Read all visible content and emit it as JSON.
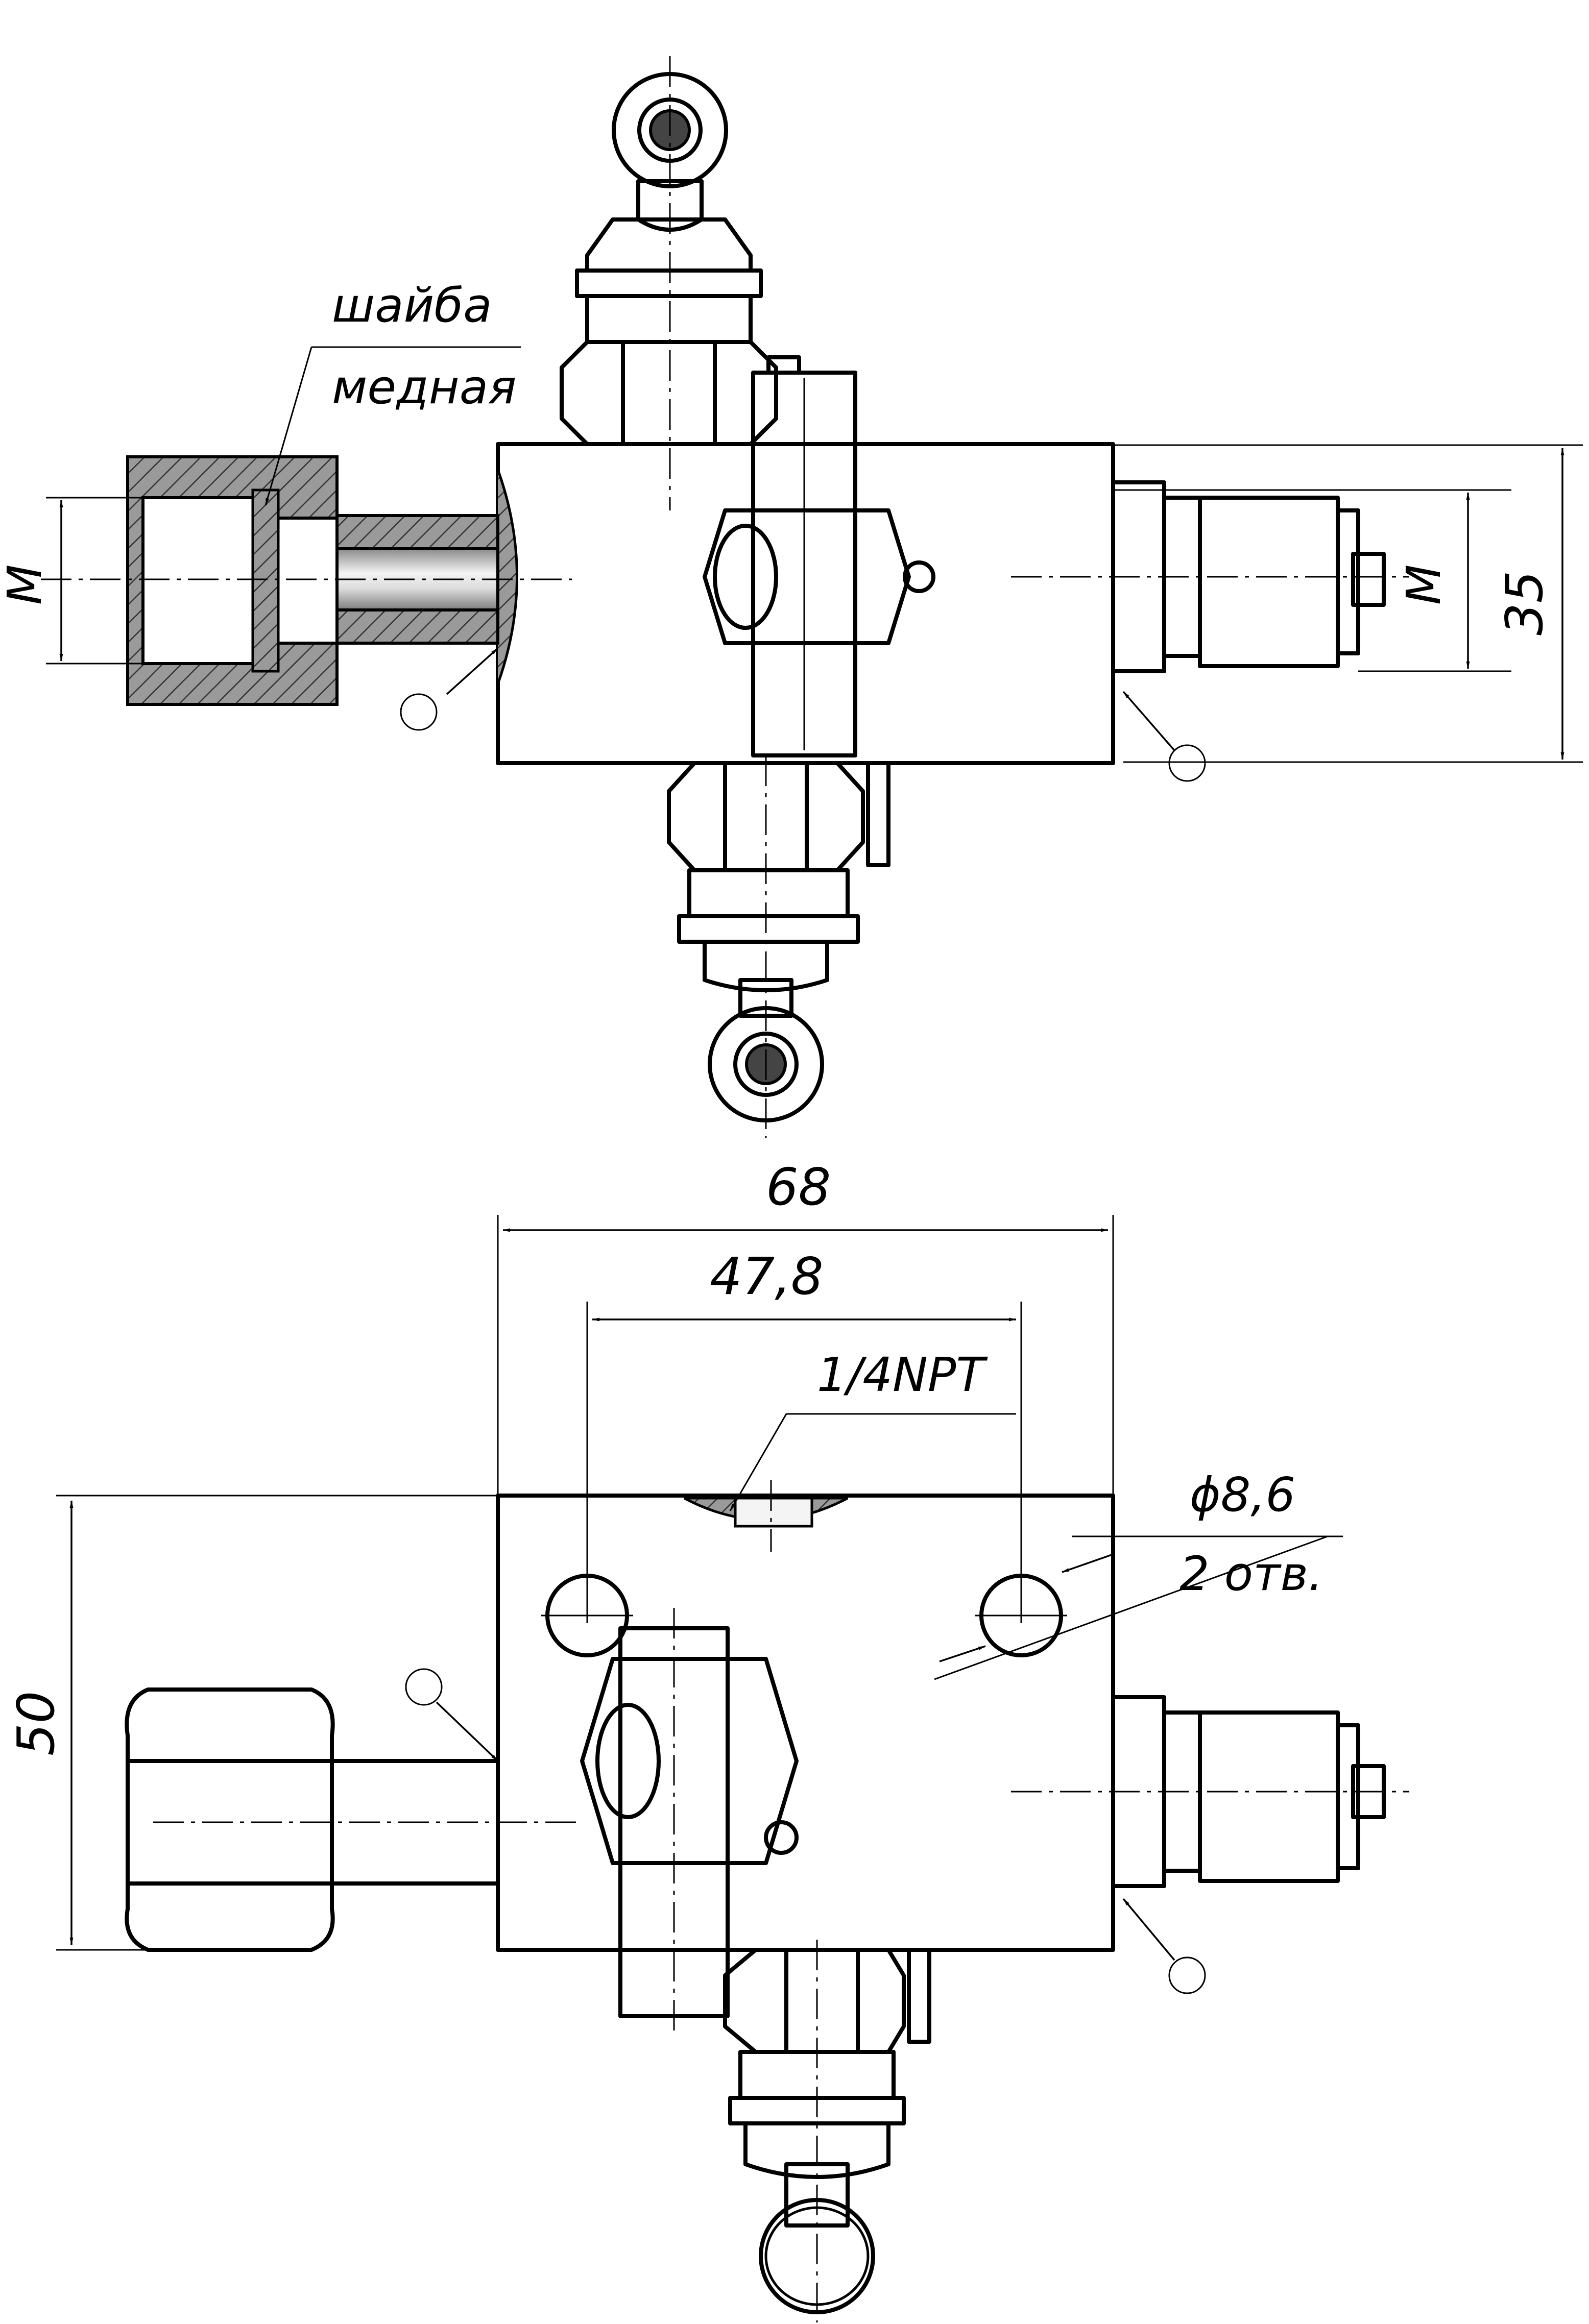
{
  "callouts": {
    "washer_line1": "шайба",
    "washer_line2": "медная",
    "thread_left": "M",
    "thread_right": "M",
    "port_thread": "1/4NPT",
    "hole_diameter": "ϕ8,6",
    "hole_count": "2 отв."
  },
  "dimensions": {
    "height_top_view": "35",
    "overall_length": "68",
    "hole_spacing": "47,8",
    "height_front_view": "50"
  }
}
